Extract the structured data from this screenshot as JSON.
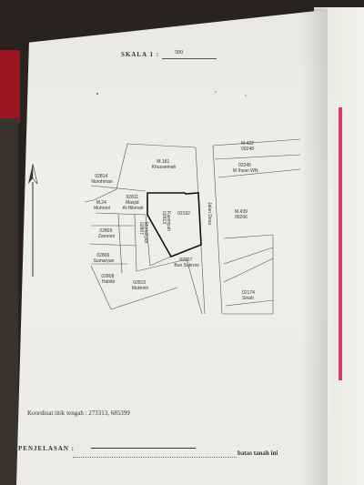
{
  "header": {
    "scale_label": "SKALA 1 :",
    "scale_value": "500"
  },
  "map": {
    "parcels": [
      {
        "id": "parcel-m181",
        "lines": [
          "M.181",
          "Khuzaemah"
        ]
      },
      {
        "id": "parcel-m422",
        "lines": [
          "M.422",
          "00248"
        ]
      },
      {
        "id": "parcel-02245",
        "lines": [
          "02245",
          "M.Ihsan WN"
        ]
      },
      {
        "id": "parcel-02814",
        "lines": [
          "02814",
          "Nurohman"
        ]
      },
      {
        "id": "parcel-m24",
        "lines": [
          "M.24",
          "Muhroni"
        ]
      },
      {
        "id": "parcel-02811",
        "lines": [
          "02811",
          "Masjid",
          "Al-Hikmah"
        ]
      },
      {
        "id": "parcel-02192",
        "lines": [
          "02192"
        ]
      },
      {
        "id": "parcel-m439",
        "lines": [
          "M.439",
          "00266"
        ]
      },
      {
        "id": "parcel-02809",
        "lines": [
          "02809",
          "Zamroni"
        ]
      },
      {
        "id": "parcel-02806",
        "lines": [
          "02806",
          "Sumaryan"
        ]
      },
      {
        "id": "parcel-02808",
        "lines": [
          "02808",
          "Habibi"
        ]
      },
      {
        "id": "parcel-02810",
        "lines": [
          "02810",
          "Mukimin"
        ]
      },
      {
        "id": "parcel-02207",
        "lines": [
          "02207",
          "Bun Sakroni"
        ]
      },
      {
        "id": "parcel-02174",
        "lines": [
          "02174",
          "Siriah"
        ]
      }
    ],
    "vertical_labels": {
      "road": "Jalan Desa",
      "parcel_02807": [
        "02807",
        "Murtafiyah"
      ],
      "parcel_02813": [
        "02813",
        "Kasmiyah"
      ]
    }
  },
  "footer": {
    "coordinate": "Koordinat titik tengah :  273313, 685399",
    "explanation_label": "PENJELASAN :",
    "boundary_text": "batas tanah ini"
  }
}
